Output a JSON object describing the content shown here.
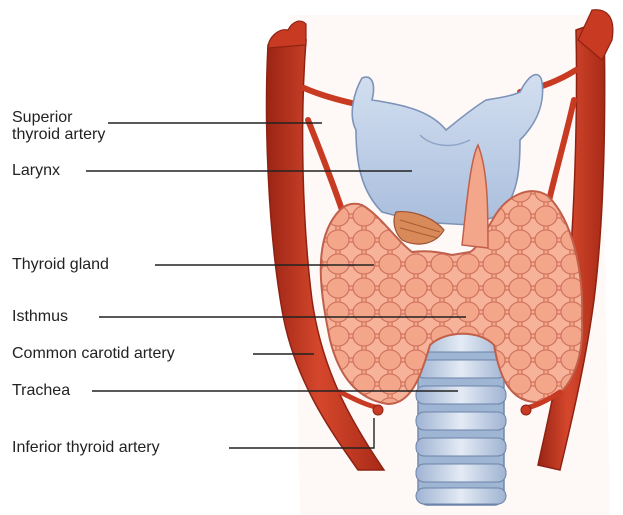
{
  "labels": {
    "superior_thyroid_artery": {
      "line1": "Superior",
      "line2": "thyroid artery"
    },
    "larynx": "Larynx",
    "thyroid_gland": "Thyroid gland",
    "isthmus": "Isthmus",
    "common_carotid_artery": "Common carotid artery",
    "trachea": "Trachea",
    "inferior_thyroid_artery": "Inferior thyroid artery"
  },
  "colors": {
    "artery": "#c83a22",
    "artery_shadow": "#8e2212",
    "larynx_cartilage": "#b9cbe4",
    "thyroid_tissue": "#f2a386",
    "thyroid_lobule_outline": "#cf6f58",
    "muscle": "#d88a5a",
    "trachea_ring": "#cfd8e6",
    "trachea_band": "#9fb5d4",
    "leader_line": "#222222"
  }
}
